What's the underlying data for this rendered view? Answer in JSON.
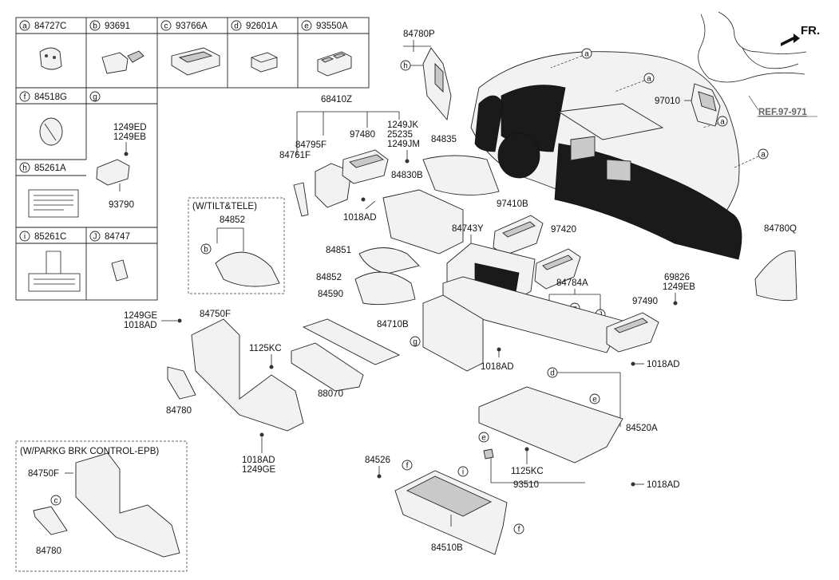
{
  "legend": {
    "row1": [
      {
        "key": "a",
        "code": "84727C"
      },
      {
        "key": "b",
        "code": "93691"
      },
      {
        "key": "c",
        "code": "93766A"
      },
      {
        "key": "d",
        "code": "92601A"
      },
      {
        "key": "e",
        "code": "93550A"
      }
    ],
    "f": {
      "key": "f",
      "code": "84518G"
    },
    "g": {
      "key": "g",
      "extra1": "1249ED",
      "extra2": "1249EB",
      "code": "93790"
    },
    "h": {
      "key": "h",
      "code": "85261A"
    },
    "i": {
      "key": "i",
      "code": "85261C"
    },
    "j": {
      "key": "J",
      "code": "84747"
    }
  },
  "header": {
    "fr": "FR.",
    "ref": "REF.97-971"
  },
  "labels": {
    "p84780P": "84780P",
    "p97010": "97010",
    "p68410Z": "68410Z",
    "p84795F": "84795F",
    "p97480": "97480",
    "p1249JK": "1249JK",
    "p25235": "25235",
    "p1249JM": "1249JM",
    "p84835": "84835",
    "p84761F": "84761F",
    "p84830B": "84830B",
    "p1018AD_a": "1018AD",
    "p97410B": "97410B",
    "p84743Y": "84743Y",
    "p97420": "97420",
    "p84780Q": "84780Q",
    "p69826": "69826",
    "p1249EB": "1249EB",
    "p84851": "84851",
    "p84852": "84852",
    "p84784A": "84784A",
    "p97490": "97490",
    "p84590": "84590",
    "p1249GE_a": "1249GE",
    "p1018AD_b": "1018AD",
    "p84750F": "84750F",
    "p1125KC_a": "1125KC",
    "p84710B": "84710B",
    "p1018AD_c": "1018AD",
    "p1018AD_d": "1018AD",
    "p88070": "88070",
    "p84780": "84780",
    "p84520A": "84520A",
    "p1018AD_e": "1018AD",
    "p1249GE_b": "1249GE",
    "p84526": "84526",
    "p1125KC_b": "1125KC",
    "p93510": "93510",
    "p1018AD_f": "1018AD",
    "p84510B": "84510B"
  },
  "inset_tilt": {
    "title": "(W/TILT&TELE)",
    "code": "84852"
  },
  "inset_epb": {
    "title": "(W/PARKG BRK CONTROL-EPB)",
    "code1": "84750F",
    "code2": "84780"
  },
  "callouts": {
    "a": "a",
    "b": "b",
    "c": "c",
    "d": "d",
    "e": "e",
    "f": "f",
    "g": "g",
    "h": "h",
    "i": "i",
    "J": "J"
  }
}
